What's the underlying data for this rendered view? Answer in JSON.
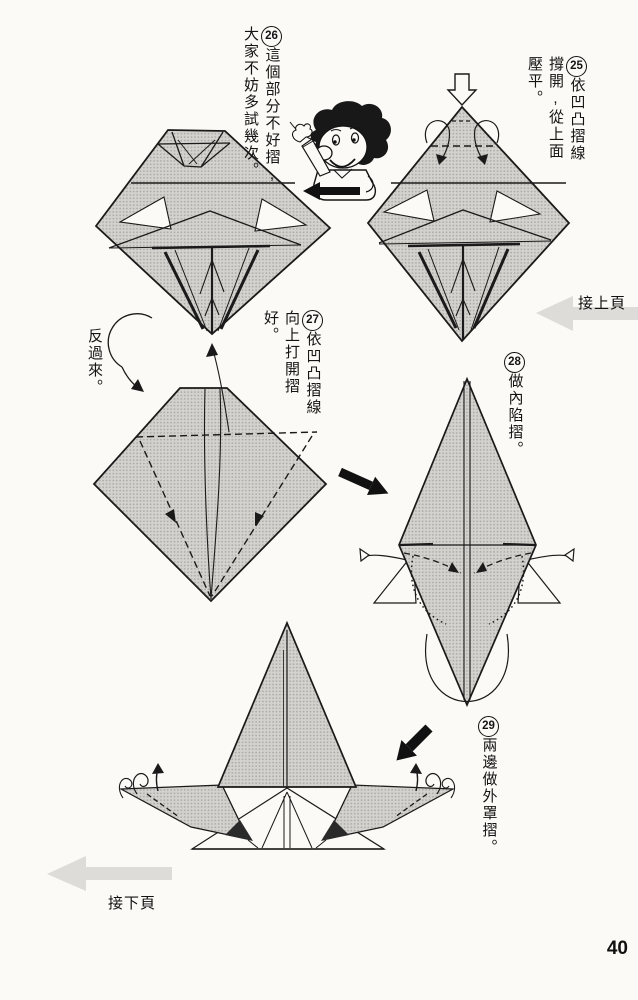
{
  "page": {
    "number": "40"
  },
  "nav": {
    "prev_label": "接上頁",
    "next_label": "接下頁"
  },
  "labels": {
    "flip": "反過來。"
  },
  "steps": {
    "s25": {
      "num": "25",
      "col1": "依凹凸摺線",
      "col2": "撐開,從上面",
      "col3": "壓平。"
    },
    "s26": {
      "num": "26",
      "col1": "這個部分不好摺,",
      "col2": "大家不妨多試幾次。"
    },
    "s27": {
      "num": "27",
      "col1": "依凹凸摺線",
      "col2": "向上打開摺",
      "col3": "好。"
    },
    "s28": {
      "num": "28",
      "col1": "做內陷摺。"
    },
    "s29": {
      "num": "29",
      "col1": "兩邊做外罩摺。"
    }
  },
  "colors": {
    "paper_gray": "#cfcecb",
    "ink": "#1a1a1a",
    "nav_arrow": "#dddcd8"
  }
}
